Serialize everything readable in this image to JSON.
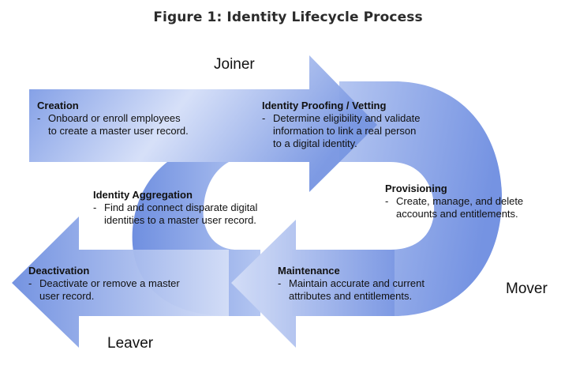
{
  "title": "Figure 1: Identity Lifecycle Process",
  "colors": {
    "shape_dark": "#6f8fe0",
    "shape_light": "#d4def7",
    "text": "#111111",
    "title_text": "#2b2b2b"
  },
  "stages": {
    "joiner": "Joiner",
    "mover": "Mover",
    "leaver": "Leaver"
  },
  "steps": [
    {
      "name": "Creation",
      "bullet": "-",
      "description": "Onboard or enroll employees\nto create a master user record."
    },
    {
      "name": "Identity Proofing / Vetting",
      "bullet": "-",
      "description": "Determine eligibility and validate\ninformation to link a real person\nto a digital identity."
    },
    {
      "name": "Provisioning",
      "bullet": "-",
      "description": "Create, manage, and delete\naccounts and entitlements."
    },
    {
      "name": "Maintenance",
      "bullet": "-",
      "description": "Maintain accurate and current\nattributes and entitlements."
    },
    {
      "name": "Identity Aggregation",
      "bullet": "-",
      "description": "Find and connect disparate digital\nidentities to a master user record."
    },
    {
      "name": "Deactivation",
      "bullet": "-",
      "description": "Deactivate or remove a master\nuser record."
    }
  ]
}
